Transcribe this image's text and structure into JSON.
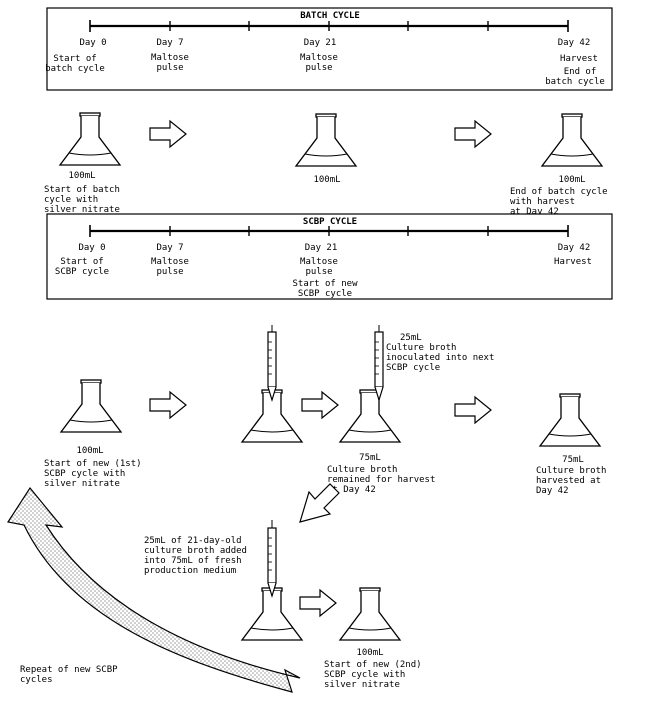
{
  "batch": {
    "title": "BATCH CYCLE",
    "day0": "Day 0",
    "day7": "Day 7",
    "day21": "Day 21",
    "day42": "Day 42",
    "start_l1": "Start of",
    "start_l2": "batch cycle",
    "maltose7_l1": "Maltose",
    "maltose7_l2": "pulse",
    "maltose21_l1": "Maltose",
    "maltose21_l2": "pulse",
    "harvest": "Harvest",
    "end_l1": "End of",
    "end_l2": "batch cycle"
  },
  "batch_row": {
    "flask1_caption_l1": "Start of batch",
    "flask1_caption_l2": "cycle with",
    "flask1_caption_l3": "silver nitrate",
    "flask1_volume": "100mL",
    "flask2_volume": "100mL",
    "flask3_volume": "100mL",
    "flask3_caption_l1": "End of batch cycle",
    "flask3_caption_l2": "with harvest",
    "flask3_caption_l3": "at Day 42"
  },
  "scbp": {
    "title": "SCBP CYCLE",
    "day0": "Day 0",
    "day7": "Day 7",
    "day21": "Day 21",
    "day42": "Day 42",
    "start_l1": "Start of",
    "start_l2": "SCBP cycle",
    "maltose7_l1": "Maltose",
    "maltose7_l2": "pulse",
    "maltose21_l1": "Maltose",
    "maltose21_l2": "pulse",
    "harvest": "Harvest",
    "new_l1": "Start of new",
    "new_l2": "SCBP cycle"
  },
  "scbp_row": {
    "inoc_l1": "25mL",
    "inoc_l2": "Culture broth",
    "inoc_l3": "inoculated into next",
    "inoc_l4": "SCBP cycle",
    "flask1_volume": "100mL",
    "flask1_caption_l1": "Start of new (1st)",
    "flask1_caption_l2": "SCBP cycle with",
    "flask1_caption_l3": "silver nitrate",
    "flask3_volume": "75mL",
    "flask3_caption_l1": "Culture broth",
    "flask3_caption_l2": "remained for harvest",
    "flask3_caption_l3": "at Day 42",
    "flask4_volume": "75mL",
    "flask4_caption_l1": "Culture broth",
    "flask4_caption_l2": "harvested at",
    "flask4_caption_l3": "Day 42"
  },
  "second_row": {
    "transfer_l1": "25mL of 21-day-old",
    "transfer_l2": "culture broth added",
    "transfer_l3": "into 75mL of fresh",
    "transfer_l4": "production medium",
    "flask_volume": "100mL",
    "caption_l1": "Start of new (2nd)",
    "caption_l2": "SCBP cycle with",
    "caption_l3": "silver nitrate"
  },
  "repeat": {
    "l1": "Repeat of new SCBP",
    "l2": "cycles"
  }
}
